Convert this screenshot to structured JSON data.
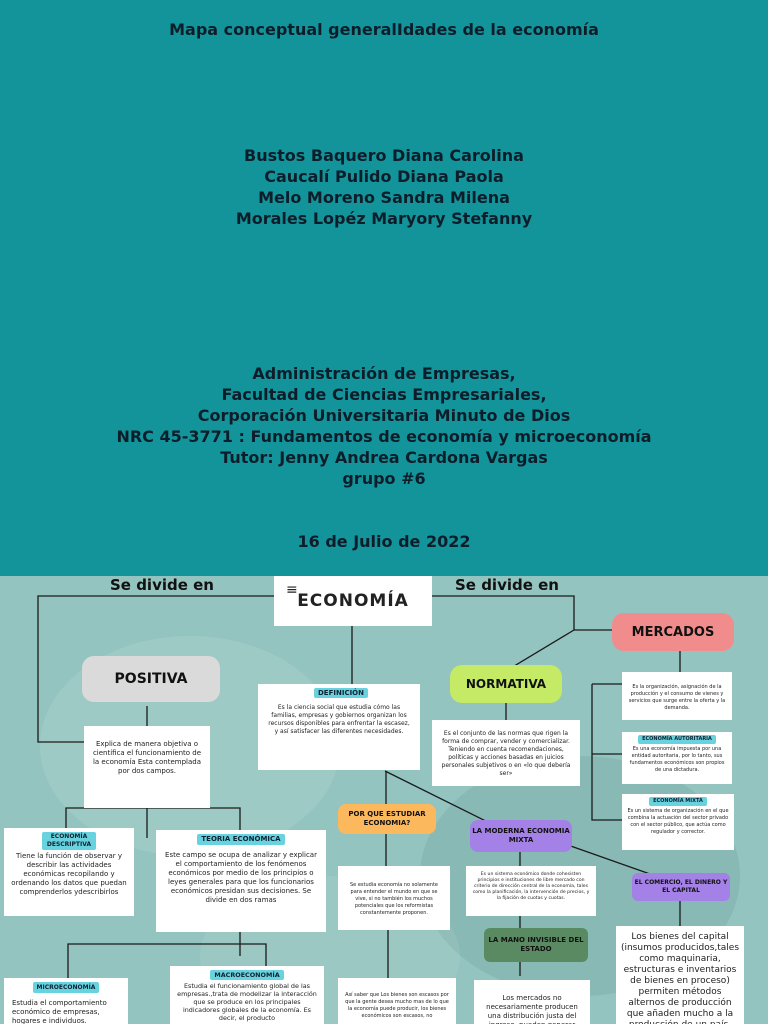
{
  "cover": {
    "title": "Mapa conceptual generalIdades de la economía",
    "authors": [
      "Bustos Baquero Diana Carolina",
      "Caucalí Pulido Diana Paola",
      "Melo Moreno Sandra Milena",
      "Morales Lopéz Maryory Stefanny"
    ],
    "institution": [
      "Administración de Empresas,",
      "Facultad de Ciencias Empresariales,",
      "Corporación Universitaria Minuto de Dios",
      "NRC 45-3771 : Fundamentos de economía y microeconomía",
      "Tutor: Jenny Andrea Cardona Vargas",
      "grupo #6"
    ],
    "date": "16 de Julio de 2022"
  },
  "map": {
    "se_divide_left": "Se divide en",
    "se_divide_right": "Se divide en",
    "economia": "ECONOMÍA",
    "mercados": "MERCADOS",
    "positiva": "POSITIVA",
    "normativa": "NORMATIVA",
    "definicion_tag": "DEFINICIÓN",
    "definicion_text": "Es la ciencia social que estudia cómo las familias, empresas y gobiernos organizan los recursos disponibles para enfrentar la escasez, y así satisfacer las diferentes necesidades.",
    "positiva_text": "Explica de manera objetiva o científica el funcionamiento de la economía Esta contemplada por dos campos.",
    "normativa_text": "Es el conjunto de las normas que rigen la forma de comprar, vender y comercializar. Teniendo en cuenta recomendaciones, políticas y acciones basadas en juicios personales subjetivos o en «lo que debería ser»",
    "mercados_text": "Es la organización, asignación de la producción y el consumo de vienes y servicios que surge entre la oferta y la demanda.",
    "autoritaria_tag": "ECONOMÍA AUTORITARIA",
    "autoritaria_text": "Es una economía impuesta por una entidad autoritaria, por lo tanto, sus fundamentos económicos son propios de una dictadura.",
    "mixta_tag": "ECONOMÍA MIXTA",
    "mixta_text": "Es un sistema de organización en el que combina la actuación del sector privado con el sector público, que actúa como regulador y corrector.",
    "descriptiva_tag": "ECONOMÍA DESCRIPTIVA",
    "descriptiva_text": "Tiene la función de observar y describir las actividades económicas recopilando y ordenando los datos que puedan comprenderlos ydescribirlos",
    "teoria_tag": "TEORIA ECONÓMICA",
    "teoria_text": "Este campo se ocupa de analizar y explicar el comportamiento de los fenómenos económicos por medio de los principios o leyes generales para que los funcionarios económicos presidan sus decisiones. Se divide en dos ramas",
    "por_que": "POR QUE ESTUDIAR ECONOMIA?",
    "por_que_text": "Se estudia economía no solamente para entender el mundo en que se vive, si no también los muchos potenciales que los reformistas constantemente proponen.",
    "moderna": "LA MODERNA ECONOMIA MIXTA",
    "moderna_text": "Es un sistema económico donde cohesisten principios e instituciones de libre mercado con criterio de dirección central de la economía, tales como la planificación, la intervención de precios, y la fijación de cuotas y cuotas.",
    "comercio": "EL COMERCIO, EL DINERO Y EL CAPITAL",
    "comercio_text": "Los bienes del capital (insumos producidos,tales como maquinaria, estructuras e inventarios de bienes en proceso) permiten métodos alternos de producción que añaden mucho a la producción de un país.",
    "mano": "LA MANO INVISIBLE DEL ESTADO",
    "mano_text": "Los mercados no necesariamente producen una distribución justa del ingreso, pueden generar",
    "micro_tag": "MICROECONOMÍA",
    "micro_text": "Estudia el comportamiento económico de empresas, hogares e individuos.",
    "macro_tag": "MACROECONOMÍA",
    "macro_text": "Estudia el funcionamiento global de las empresas.,trata de modelizar la interacción que se produce en los principales indicadores globales de la economía. Es decir, el producto",
    "asi_text": "Así saber que Los bienes son escasos por que la gente desea mucho mas de lo que la economía puede producir, los bienes económicos son escasos, no"
  },
  "colors": {
    "cover_bg": "#13949a",
    "map_bg": "#94c4bf",
    "mercados": "#f08c8c",
    "positiva": "#dadada",
    "normativa": "#c4ea66",
    "por_que": "#fbb85c",
    "moderna": "#a381e6",
    "comercio": "#a381e6",
    "mano": "#5a8a62",
    "tag": "#68d3de"
  }
}
